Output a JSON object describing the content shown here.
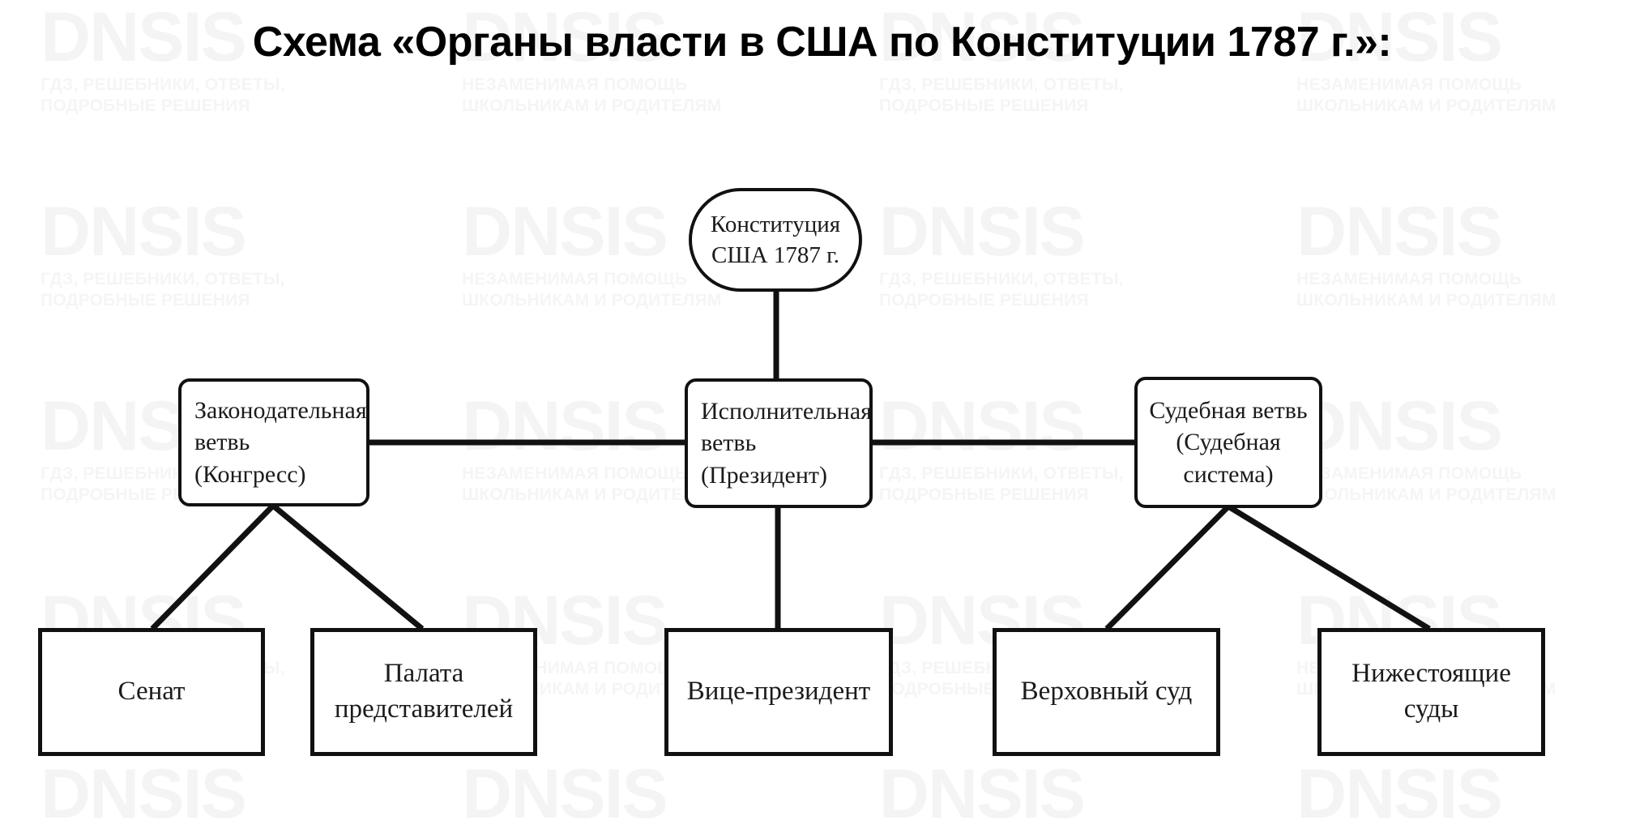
{
  "page": {
    "title": "Схема «Органы власти в США по Конституции 1787 г.»:",
    "background_color": "#ffffff",
    "line_color": "#111111",
    "text_color": "#1b1b1b"
  },
  "watermark": {
    "logo": "DNSIS",
    "color": "#f4f4f4",
    "captions": [
      "ГДЗ, РЕШЕБНИКИ, ОТВЕТЫ,",
      "ПОДРОБНЫЕ РЕШЕНИЯ",
      "НЕЗАМЕНИМАЯ ПОМОЩЬ",
      "ШКОЛЬНИКАМ И РОДИТЕЛЯМ"
    ]
  },
  "chart_data": {
    "type": "diagram",
    "title": "Схема «Органы власти в США по Конституции 1787 г.»:",
    "nodes": [
      {
        "id": "constitution",
        "label": "Конституция США 1787 г.",
        "shape": "oval",
        "level": 0
      },
      {
        "id": "legislative",
        "label": "Законодательная ветвь (Конгресс)",
        "shape": "rounded",
        "level": 1
      },
      {
        "id": "executive",
        "label": "Исполнительная ветвь (Президент)",
        "shape": "rounded",
        "level": 1
      },
      {
        "id": "judicial",
        "label": "Судебная ветвь (Судебная система)",
        "shape": "rounded",
        "level": 1
      },
      {
        "id": "senate",
        "label": "Сенат",
        "shape": "rect",
        "level": 2
      },
      {
        "id": "house",
        "label": "Палата представителей",
        "shape": "rect",
        "level": 2
      },
      {
        "id": "vicepresident",
        "label": "Вице-президент",
        "shape": "rect",
        "level": 2
      },
      {
        "id": "supremecourt",
        "label": "Верховный суд",
        "shape": "rect",
        "level": 2
      },
      {
        "id": "lowercourts",
        "label": "Нижестоящие суды",
        "shape": "rect",
        "level": 2
      }
    ],
    "edges": [
      {
        "from": "constitution",
        "to": "executive"
      },
      {
        "from": "legislative",
        "to": "executive"
      },
      {
        "from": "executive",
        "to": "judicial"
      },
      {
        "from": "legislative",
        "to": "senate"
      },
      {
        "from": "legislative",
        "to": "house"
      },
      {
        "from": "executive",
        "to": "vicepresident"
      },
      {
        "from": "judicial",
        "to": "supremecourt"
      },
      {
        "from": "judicial",
        "to": "lowercourts"
      }
    ]
  },
  "nodes": {
    "constitution": {
      "line1": "Конституция",
      "line2": "США 1787 г."
    },
    "legislative": {
      "line1": "Законодательная",
      "line2": "ветвь (Конгресс)"
    },
    "executive": {
      "line1": "Исполнительная",
      "line2": "ветвь (Президент)"
    },
    "judicial": {
      "line1": "Судебная ветвь",
      "line2": "(Судебная",
      "line3": "система)"
    },
    "senate": {
      "line1": "Сенат"
    },
    "house": {
      "line1": "Палата",
      "line2": "представителей"
    },
    "vicepresident": {
      "line1": "Вице-президент"
    },
    "supremecourt": {
      "line1": "Верховный суд"
    },
    "lowercourts": {
      "line1": "Нижестоящие",
      "line2": "суды"
    }
  }
}
